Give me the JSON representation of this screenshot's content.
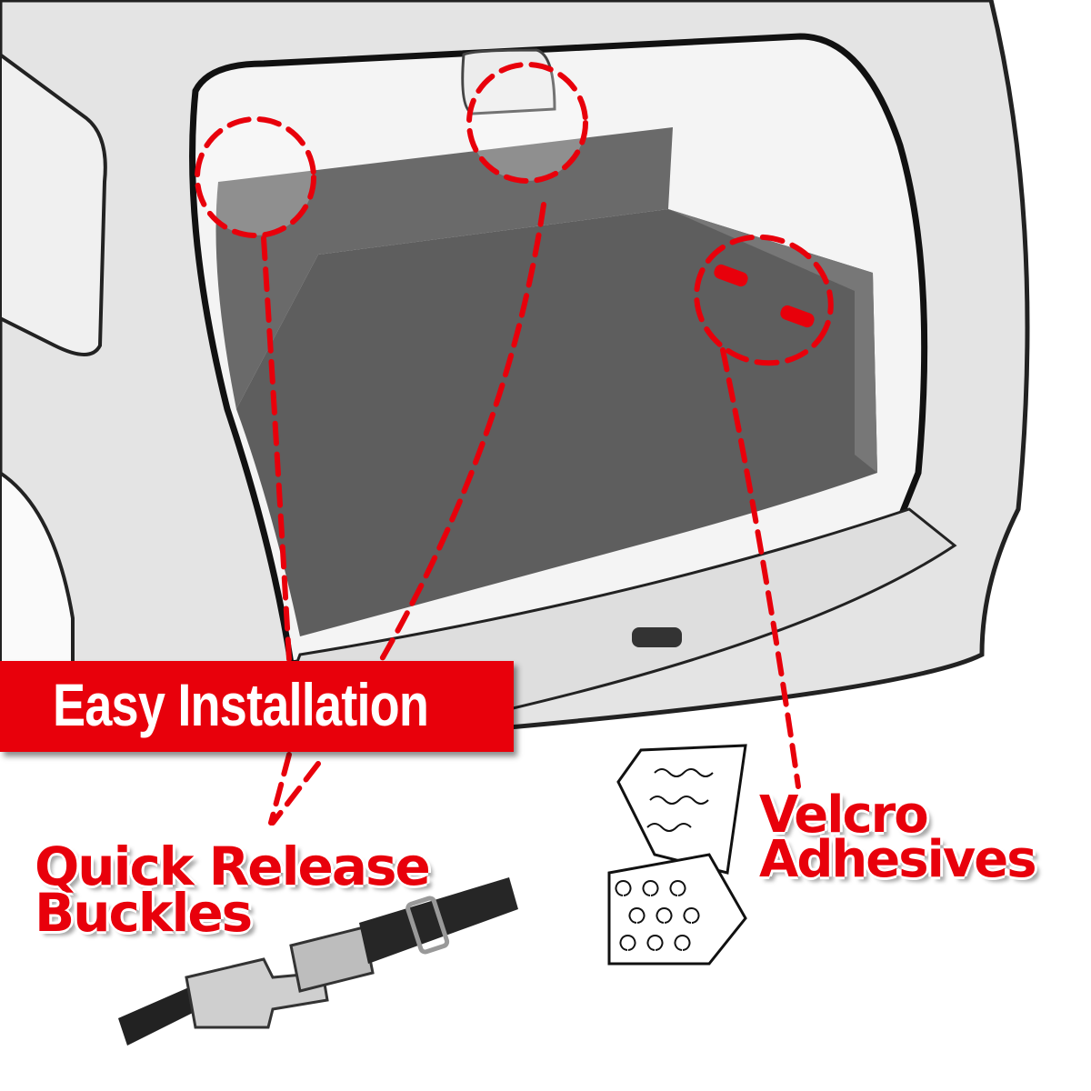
{
  "banner": {
    "title": "Easy Installation"
  },
  "features": [
    {
      "line1": "Quick Release",
      "line2": "Buckles"
    },
    {
      "line1": "Velcro",
      "line2": "Adhesives"
    }
  ],
  "colors": {
    "accent": "#e8000b",
    "car_body": "#e4e4e4",
    "cargo": "#606060"
  }
}
